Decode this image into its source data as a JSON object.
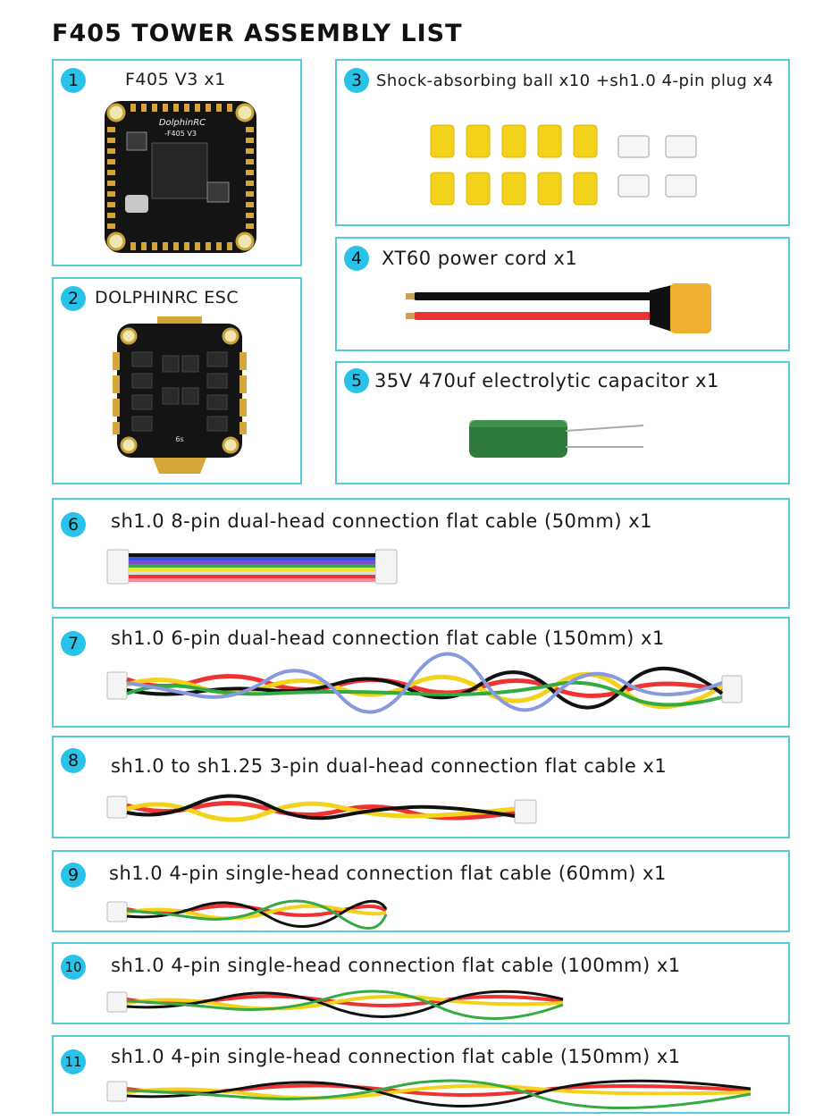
{
  "title": "F405 TOWER ASSEMBLY LIST",
  "items": [
    {
      "num": "1",
      "label": "F405 V3 x1",
      "board_text": [
        "DolphinRC",
        "-F405 V3"
      ]
    },
    {
      "num": "2",
      "label": "DOLPHINRC ESC",
      "board_text": [
        "6s"
      ]
    },
    {
      "num": "3",
      "label": "Shock-absorbing ball x10 +sh1.0 4-pin plug x4"
    },
    {
      "num": "4",
      "label": "XT60 power cord x1"
    },
    {
      "num": "5",
      "label": "35V 470uf electrolytic capacitor x1"
    },
    {
      "num": "6",
      "label": "sh1.0 8-pin dual-head connection flat cable (50mm) x1"
    },
    {
      "num": "7",
      "label": "sh1.0 6-pin dual-head connection flat cable (150mm) x1"
    },
    {
      "num": "8",
      "label": "sh1.0 to sh1.25 3-pin dual-head connection flat cable x1"
    },
    {
      "num": "9",
      "label": "sh1.0 4-pin single-head connection flat cable (60mm) x1"
    },
    {
      "num": "10",
      "label": "sh1.0 4-pin single-head connection flat cable (100mm) x1"
    },
    {
      "num": "11",
      "label": "sh1.0 4-pin single-head connection flat cable (150mm) x1"
    }
  ],
  "colors": {
    "border": "#56cbd8",
    "badge": "#29c3ea"
  }
}
